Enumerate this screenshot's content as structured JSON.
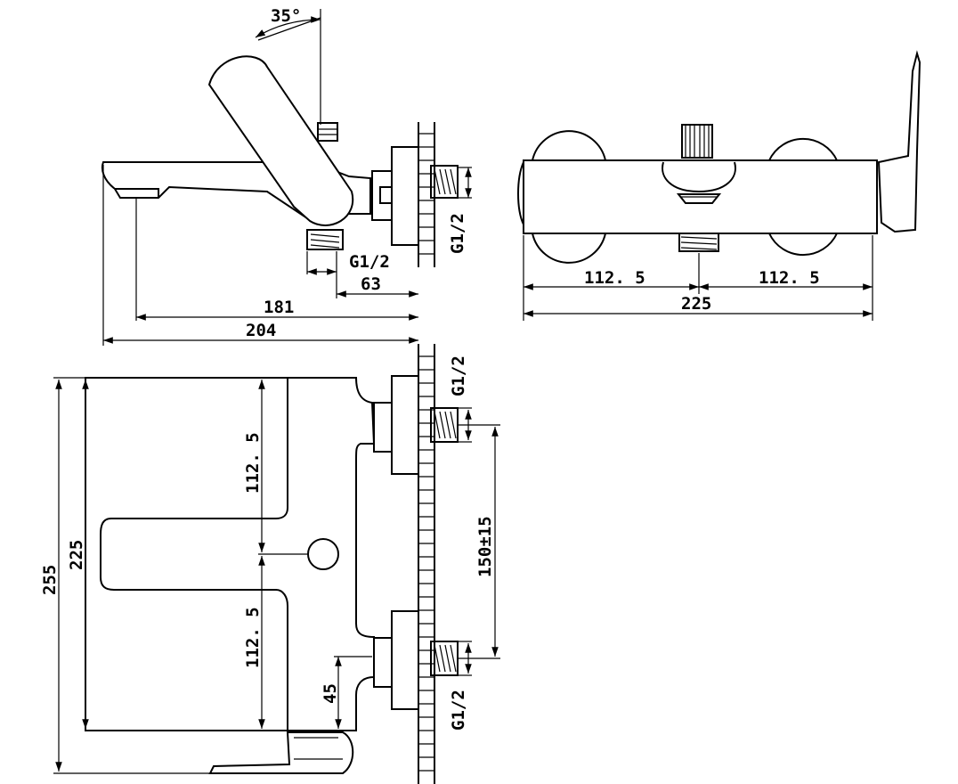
{
  "side_view": {
    "angle_label": "35°",
    "thread_label": "G1/2",
    "dim_63": "63",
    "dim_181": "181",
    "dim_204": "204",
    "thread_wall_label": "G1/2"
  },
  "front_view": {
    "dim_left": "112. 5",
    "dim_right": "112. 5",
    "dim_total": "225"
  },
  "top_view": {
    "dim_255": "255",
    "dim_225": "225",
    "dim_upper": "112. 5",
    "dim_lower": "112. 5",
    "dim_45": "45",
    "dim_spacing": "150±15",
    "thread_upper": "G1/2",
    "thread_lower": "G1/2"
  }
}
